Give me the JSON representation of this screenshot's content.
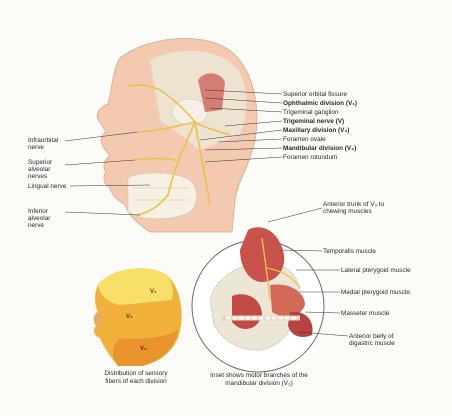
{
  "labels_right": [
    "Superior orbital fissure",
    "Ophthalmic division (V₁)",
    "Trigeminal ganglion",
    "Trigeminal nerve (V)",
    "Maxillary division (V₂)",
    "Foramen ovale",
    "Mandibular division (V₃)",
    "Foramen rotundum"
  ],
  "labels_left": [
    "Infraorbital nerve",
    "Superior alveolar nerves",
    "Lingual nerve",
    "Inferior alveolar nerve"
  ],
  "inset_labels": [
    "Anterior trunk of V₃ to chewing muscles",
    "Temporalis muscle",
    "Lateral pterygoid muscle",
    "Medial pterygoid muscle",
    "Masseter muscle",
    "Anterior belly of digastric muscle"
  ],
  "inset_caption": "Inset shows motor branches of the mandibular division (V₃)",
  "sensory_caption": "Distribution of sensory fibers of each division",
  "sensory_zones": [
    "V₁",
    "V₂",
    "V₃"
  ],
  "colors": {
    "nerve": "#e8c24a",
    "skin": "#f3c9b0",
    "bone": "#ece6d6",
    "muscle": "#c9524a",
    "zone_v1": "#f7df6a",
    "zone_v2": "#f2b13a",
    "zone_v3": "#e9942c"
  }
}
